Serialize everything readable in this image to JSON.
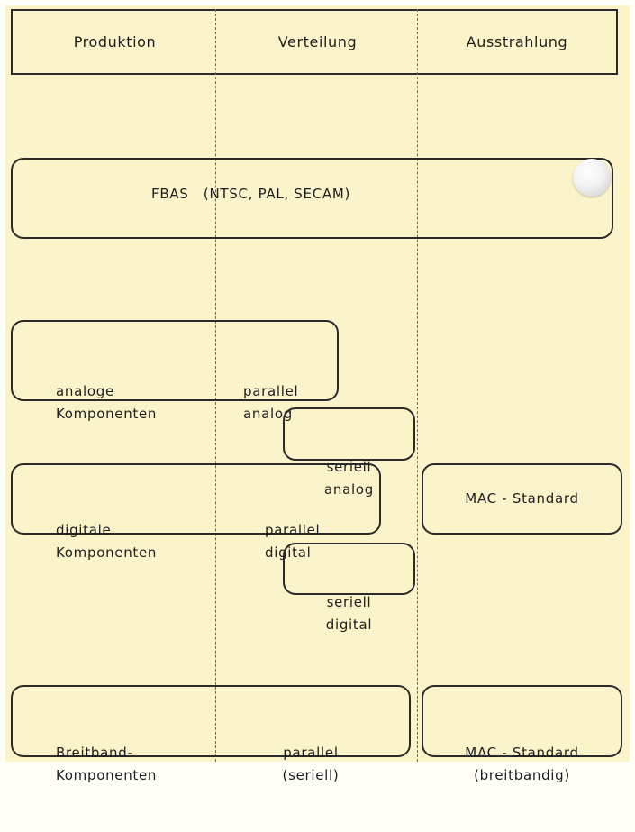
{
  "header": {
    "col1": "Produktion",
    "col2": "Verteilung",
    "col3": "Ausstrahlung"
  },
  "fbas": "FBAS   (NTSC, PAL, SECAM)",
  "analog_components": {
    "line1": "analoge",
    "line2": "Komponenten"
  },
  "parallel_analog": {
    "line1": "parallel",
    "line2": "analog"
  },
  "serial_analog": {
    "line1": "seriell",
    "line2": "analog"
  },
  "digital_components": {
    "line1": "digitale",
    "line2": "Komponenten"
  },
  "parallel_digital": {
    "line1": "parallel",
    "line2": "digital"
  },
  "mac_standard": "MAC - Standard",
  "serial_digital": {
    "line1": "seriell",
    "line2": "digital"
  },
  "broadband_components": {
    "line1": "Breitband-",
    "line2": "Komponenten"
  },
  "parallel_serial": {
    "line1": "parallel",
    "line2": "(seriell)"
  },
  "mac_standard_broadband": {
    "line1": "MAC - Standard",
    "line2": "(breitbandig)"
  }
}
